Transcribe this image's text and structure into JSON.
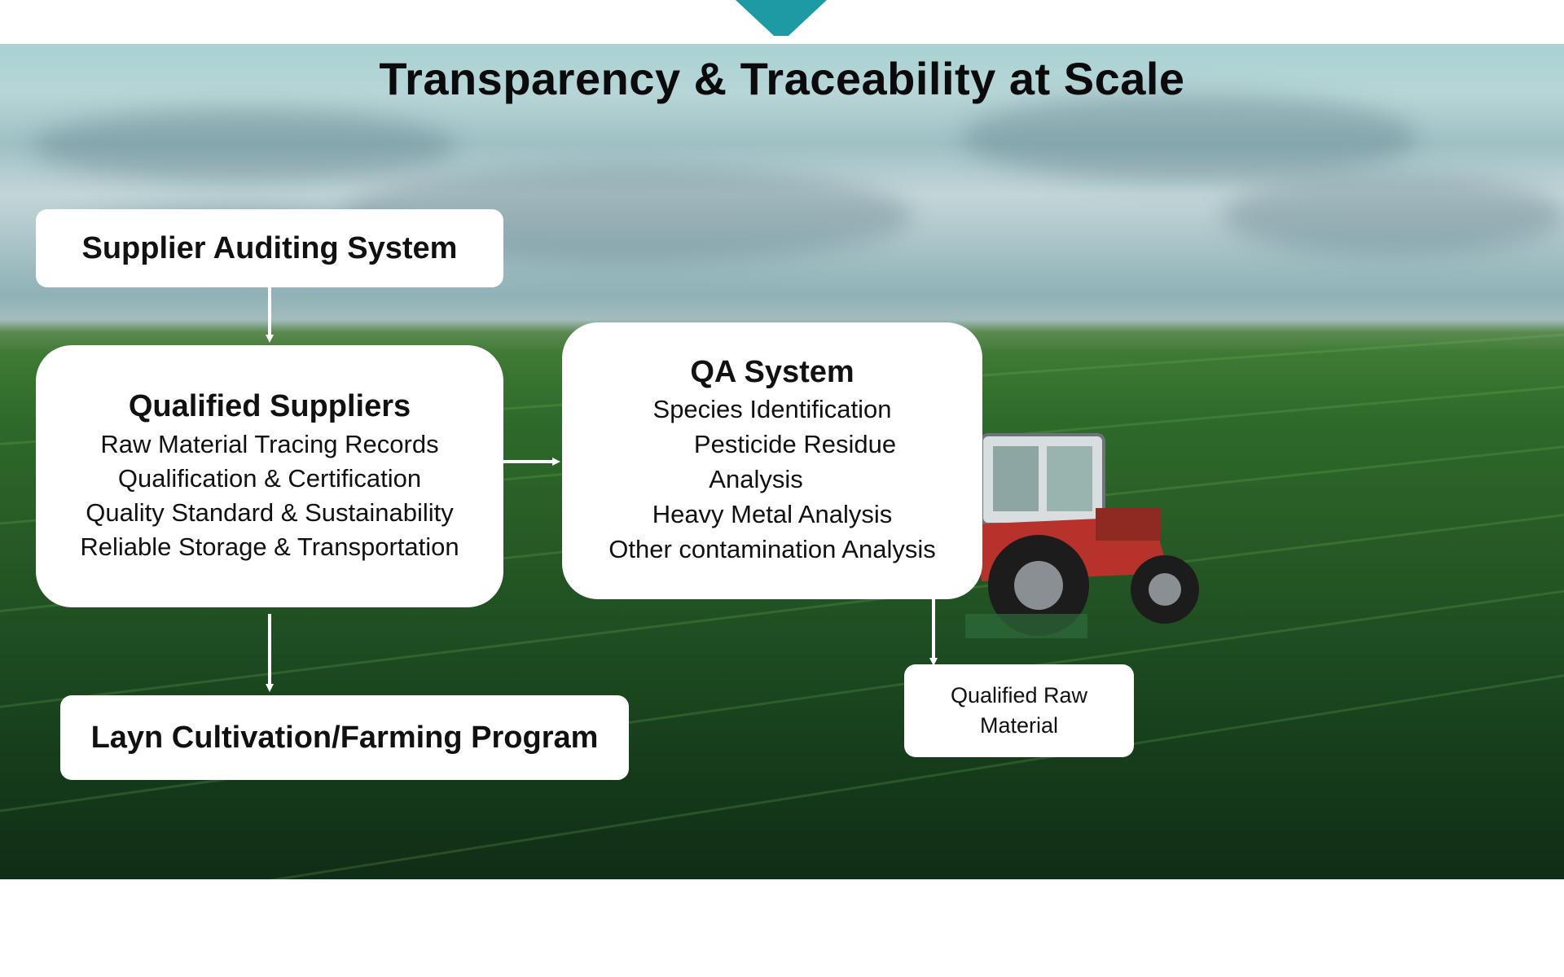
{
  "title": "Transparency & Traceability at Scale",
  "nodes": {
    "supplier_auditing": {
      "label": "Supplier Auditing System"
    },
    "qualified_suppliers": {
      "label": "Qualified Suppliers",
      "items": [
        "Raw Material Tracing Records",
        "Qualification & Certification",
        "Quality Standard & Sustainability",
        "Reliable Storage & Transportation"
      ]
    },
    "qa_system": {
      "label": "QA System",
      "items": [
        "Species Identification",
        "Pesticide Residue",
        "Analysis",
        "Heavy Metal Analysis",
        "Other contamination Analysis"
      ]
    },
    "layn_program": {
      "label": "Layn Cultivation/Farming Program"
    },
    "qualified_raw": {
      "lines": [
        "Qualified Raw",
        "Material"
      ]
    }
  },
  "edges": [
    {
      "from": "supplier_auditing",
      "to": "qualified_suppliers"
    },
    {
      "from": "qualified_suppliers",
      "to": "qa_system"
    },
    {
      "from": "qualified_suppliers",
      "to": "layn_program"
    },
    {
      "from": "qa_system",
      "to": "qualified_raw"
    }
  ],
  "colors": {
    "accent": "#1e9aa4",
    "box": "#ffffff",
    "arrow": "#ffffff"
  },
  "background": "farm-field-with-tractor"
}
